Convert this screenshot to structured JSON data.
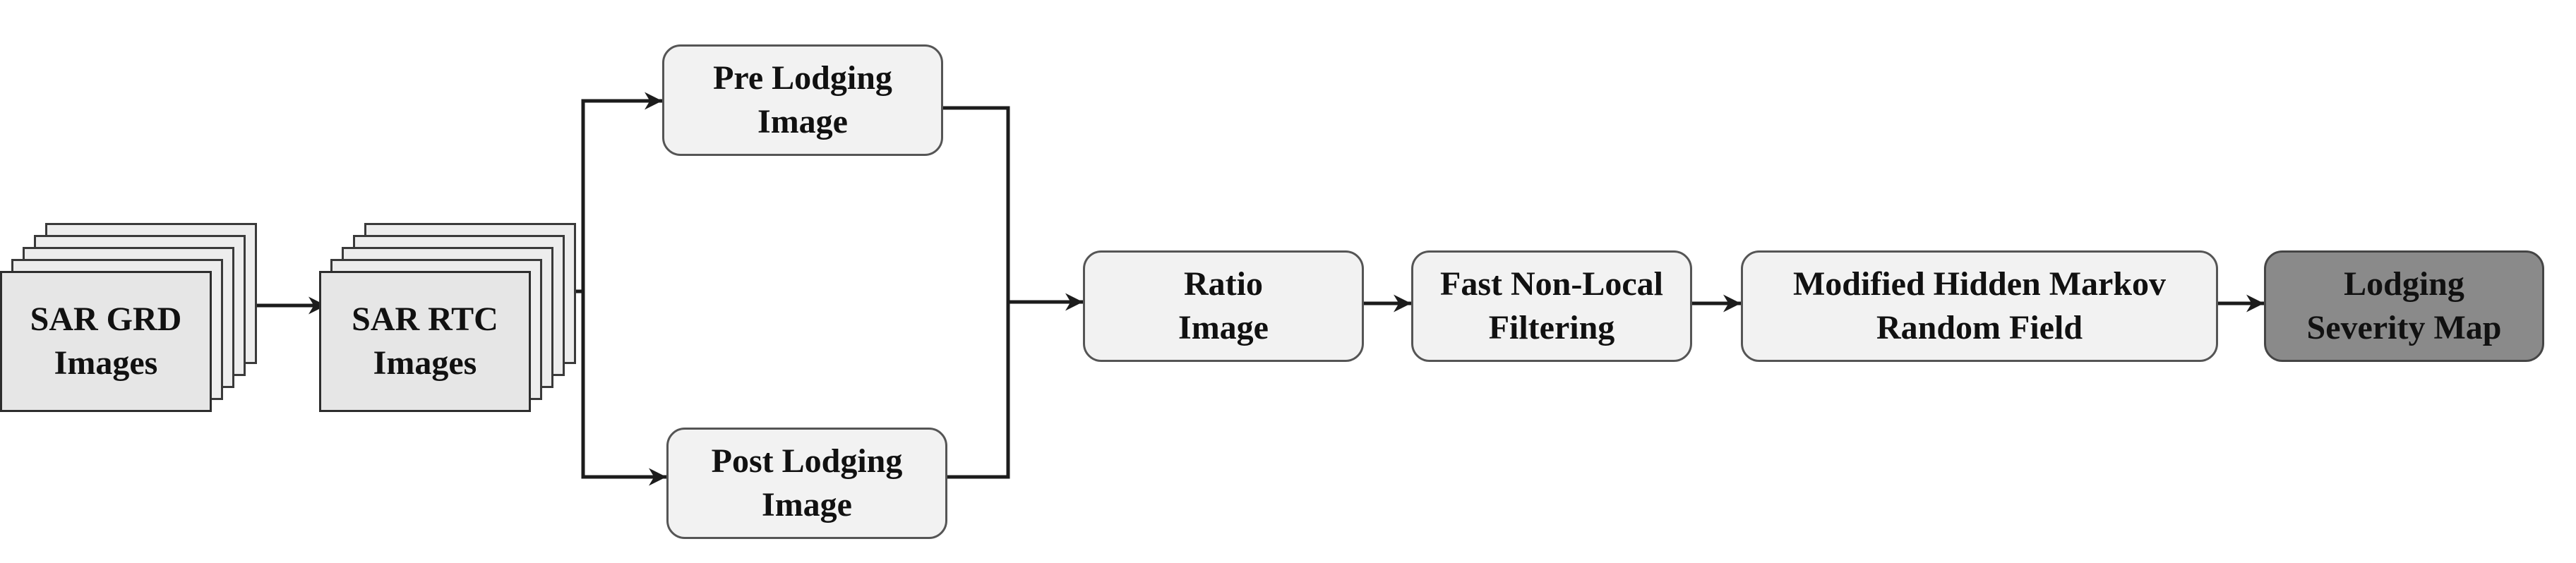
{
  "diagram": {
    "nodes": {
      "sar_grd": {
        "lines": [
          "SAR GRD",
          "Images"
        ]
      },
      "sar_rtc": {
        "lines": [
          "SAR RTC",
          "Images"
        ]
      },
      "pre_lodging": {
        "lines": [
          "Pre Lodging",
          "Image"
        ]
      },
      "post_lodging": {
        "lines": [
          "Post Lodging",
          "Image"
        ]
      },
      "ratio": {
        "lines": [
          "Ratio",
          "Image"
        ]
      },
      "fast_nonlocal": {
        "lines": [
          "Fast Non-Local",
          "Filtering"
        ]
      },
      "mhmrf": {
        "lines": [
          "Modified Hidden Markov",
          "Random Field"
        ]
      },
      "severity_map": {
        "lines": [
          "Lodging",
          "Severity Map"
        ]
      }
    },
    "edges": [
      {
        "from": "sar_grd",
        "to": "sar_rtc"
      },
      {
        "from": "sar_rtc",
        "to": "pre_lodging"
      },
      {
        "from": "sar_rtc",
        "to": "post_lodging"
      },
      {
        "from": "pre_lodging",
        "to": "ratio"
      },
      {
        "from": "post_lodging",
        "to": "ratio"
      },
      {
        "from": "ratio",
        "to": "fast_nonlocal"
      },
      {
        "from": "fast_nonlocal",
        "to": "mhmrf"
      },
      {
        "from": "mhmrf",
        "to": "severity_map"
      }
    ],
    "colors": {
      "node_fill": "#f2f2f2",
      "node_border": "#555555",
      "output_fill": "#8a8a8a",
      "stack_fill": "#e6e6e6",
      "line": "#1c1c1c",
      "text": "#111111"
    }
  }
}
